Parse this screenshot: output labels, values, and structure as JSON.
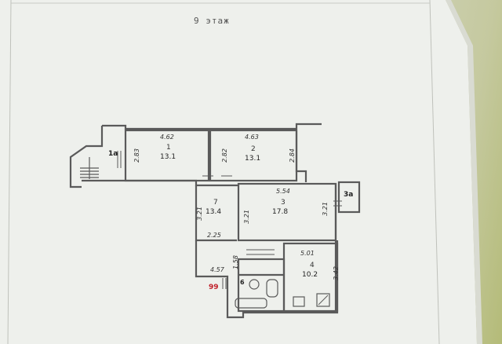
{
  "title": "9 этаж",
  "rooms": [
    {
      "num": "1",
      "area": "13.1"
    },
    {
      "num": "2",
      "area": "13.1"
    },
    {
      "num": "3",
      "area": "17.8"
    },
    {
      "num": "4",
      "area": "10.2"
    },
    {
      "num": "7",
      "area": "13.4"
    }
  ],
  "dimensions": {
    "d_4_62": "4.62",
    "d_4_63": "4.63",
    "d_2_83": "2.83",
    "d_2_82": "2.82",
    "d_2_84": "2.84",
    "d_5_54": "5.54",
    "d_3_21_a": "3.21",
    "d_3_21_b": "3.21",
    "d_3_21_c": "3.21",
    "d_2_25": "2.25",
    "d_1_58": "1.58",
    "d_5_01": "5.01",
    "d_4_57": "4.57",
    "d_3_42": "3.42"
  },
  "labels": {
    "balcony_1": "1а",
    "balcony_3": "3а",
    "room_6": "6",
    "apt_number": "99"
  },
  "colors": {
    "wall": "#5a5a5a",
    "paper": "#eef0ec",
    "marker": "#c0202a"
  }
}
